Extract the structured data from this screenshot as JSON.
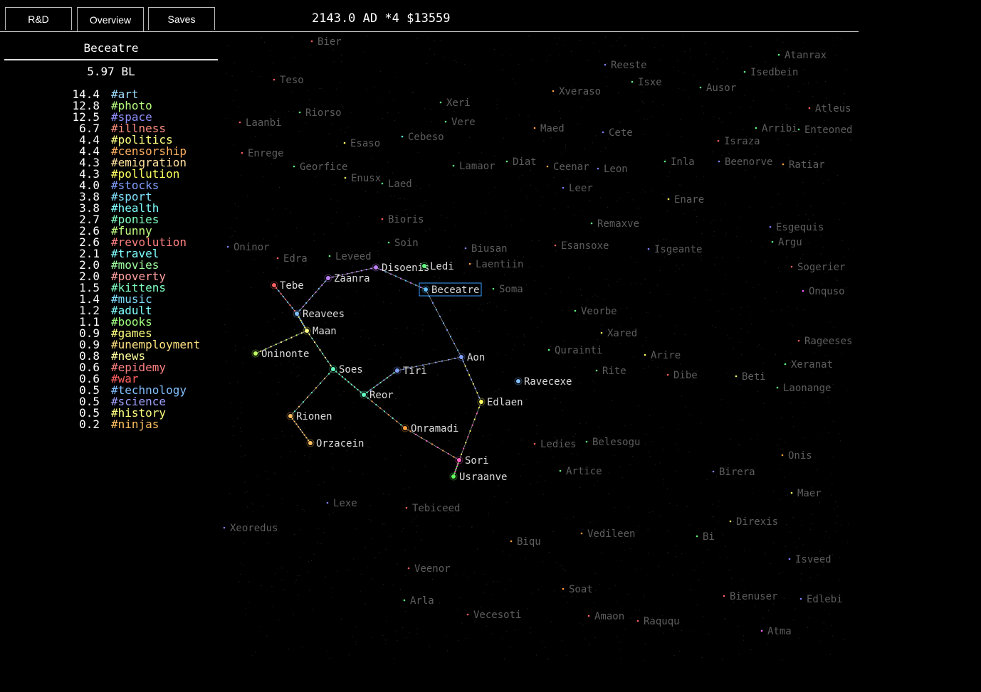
{
  "tabs": [
    {
      "label": "R&D",
      "active": false
    },
    {
      "label": "Overview",
      "active": true
    },
    {
      "label": "Saves",
      "active": false
    }
  ],
  "status": {
    "year": "2143.0 AD",
    "speed": "*4",
    "money": "$13559"
  },
  "selected": {
    "name": "Beceatre",
    "distance": "5.97 BL"
  },
  "topics": [
    {
      "value": "14.4",
      "tag": "#art",
      "color": "#a0e0ff"
    },
    {
      "value": "12.8",
      "tag": "#photo",
      "color": "#b8ff80"
    },
    {
      "value": "12.5",
      "tag": "#space",
      "color": "#9090ff"
    },
    {
      "value": "6.7",
      "tag": "#illness",
      "color": "#ff9080"
    },
    {
      "value": "4.4",
      "tag": "#politics",
      "color": "#ffff80"
    },
    {
      "value": "4.4",
      "tag": "#censorship",
      "color": "#ffb060"
    },
    {
      "value": "4.3",
      "tag": "#emigration",
      "color": "#ffe0a0"
    },
    {
      "value": "4.3",
      "tag": "#pollution",
      "color": "#ffff60"
    },
    {
      "value": "4.0",
      "tag": "#stocks",
      "color": "#80a0ff"
    },
    {
      "value": "3.8",
      "tag": "#sport",
      "color": "#80e0ff"
    },
    {
      "value": "3.8",
      "tag": "#health",
      "color": "#80ffff"
    },
    {
      "value": "2.7",
      "tag": "#ponies",
      "color": "#80ffc0"
    },
    {
      "value": "2.6",
      "tag": "#funny",
      "color": "#c0ff80"
    },
    {
      "value": "2.6",
      "tag": "#revolution",
      "color": "#ff8080"
    },
    {
      "value": "2.1",
      "tag": "#travel",
      "color": "#80ffff"
    },
    {
      "value": "2.0",
      "tag": "#movies",
      "color": "#a0ffa0"
    },
    {
      "value": "2.0",
      "tag": "#poverty",
      "color": "#ffa0a0"
    },
    {
      "value": "1.5",
      "tag": "#kittens",
      "color": "#80ffc0"
    },
    {
      "value": "1.4",
      "tag": "#music",
      "color": "#80e0ff"
    },
    {
      "value": "1.2",
      "tag": "#adult",
      "color": "#80ffff"
    },
    {
      "value": "1.1",
      "tag": "#books",
      "color": "#a0ff80"
    },
    {
      "value": "0.9",
      "tag": "#games",
      "color": "#ffff80"
    },
    {
      "value": "0.9",
      "tag": "#unemployment",
      "color": "#ffe080"
    },
    {
      "value": "0.8",
      "tag": "#news",
      "color": "#ffffa0"
    },
    {
      "value": "0.6",
      "tag": "#epidemy",
      "color": "#ff8080"
    },
    {
      "value": "0.6",
      "tag": "#war",
      "color": "#ff6060"
    },
    {
      "value": "0.5",
      "tag": "#technology",
      "color": "#80c0ff"
    },
    {
      "value": "0.5",
      "tag": "#science",
      "color": "#a0a0ff"
    },
    {
      "value": "0.5",
      "tag": "#history",
      "color": "#ffff80"
    },
    {
      "value": "0.2",
      "tag": "#ninjas",
      "color": "#ffc060"
    }
  ],
  "stars": [
    {
      "name": "Bier",
      "color": "#ff6060",
      "conn": false
    },
    {
      "name": "Atanrax",
      "color": "#60ff80",
      "conn": false
    },
    {
      "name": "Reeste",
      "color": "#8080ff",
      "conn": false
    },
    {
      "name": "Isedbein",
      "color": "#60ff80",
      "conn": false
    },
    {
      "name": "Teso",
      "color": "#ff6060",
      "conn": false
    },
    {
      "name": "Isxe",
      "color": "#60ff80",
      "conn": false
    },
    {
      "name": "Ausor",
      "color": "#60ff80",
      "conn": false
    },
    {
      "name": "Xveraso",
      "color": "#ffa040",
      "conn": false
    },
    {
      "name": "Xeri",
      "color": "#60ff80",
      "conn": false
    },
    {
      "name": "Atleus",
      "color": "#ff6060",
      "conn": false
    },
    {
      "name": "Riorso",
      "color": "#60ff80",
      "conn": false
    },
    {
      "name": "Vere",
      "color": "#60ff80",
      "conn": false
    },
    {
      "name": "Laanbi",
      "color": "#ff6060",
      "conn": false
    },
    {
      "name": "Maed",
      "color": "#ffa040",
      "conn": false
    },
    {
      "name": "Cete",
      "color": "#8080ff",
      "conn": false
    },
    {
      "name": "Arribi",
      "color": "#60ff80",
      "conn": false
    },
    {
      "name": "Enteoned",
      "color": "#60ff80",
      "conn": false
    },
    {
      "name": "Cebeso",
      "color": "#60ffff",
      "conn": false
    },
    {
      "name": "Esaso",
      "color": "#ffff60",
      "conn": false
    },
    {
      "name": "Israza",
      "color": "#ff6060",
      "conn": false
    },
    {
      "name": "Enrege",
      "color": "#ff6060",
      "conn": false
    },
    {
      "name": "Diat",
      "color": "#60ff80",
      "conn": false
    },
    {
      "name": "Lamaor",
      "color": "#60ff80",
      "conn": false
    },
    {
      "name": "Ceenar",
      "color": "#ffa040",
      "conn": false
    },
    {
      "name": "Leon",
      "color": "#8080ff",
      "conn": false
    },
    {
      "name": "Inla",
      "color": "#60ff80",
      "conn": false
    },
    {
      "name": "Beenorve",
      "color": "#8080ff",
      "conn": false
    },
    {
      "name": "Ratiar",
      "color": "#ffa040",
      "conn": false
    },
    {
      "name": "Georfice",
      "color": "#60ff80",
      "conn": false
    },
    {
      "name": "Enusx",
      "color": "#ffff60",
      "conn": false
    },
    {
      "name": "Laed",
      "color": "#60ff80",
      "conn": false
    },
    {
      "name": "Leer",
      "color": "#8080ff",
      "conn": false
    },
    {
      "name": "Enare",
      "color": "#ffff60",
      "conn": false
    },
    {
      "name": "Bioris",
      "color": "#ff6060",
      "conn": false
    },
    {
      "name": "Remaxve",
      "color": "#60ff80",
      "conn": false
    },
    {
      "name": "Esgequis",
      "color": "#8080ff",
      "conn": false
    },
    {
      "name": "Argu",
      "color": "#60ff80",
      "conn": false
    },
    {
      "name": "Oninor",
      "color": "#8080ff",
      "conn": false
    },
    {
      "name": "Soin",
      "color": "#60ff80",
      "conn": false
    },
    {
      "name": "Biusan",
      "color": "#8080ff",
      "conn": false
    },
    {
      "name": "Esansoxe",
      "color": "#ff6060",
      "conn": false
    },
    {
      "name": "Isgeante",
      "color": "#8080ff",
      "conn": false
    },
    {
      "name": "Edra",
      "color": "#ff6060",
      "conn": false
    },
    {
      "name": "Leveed",
      "color": "#60ff80",
      "conn": false
    },
    {
      "name": "Laentiin",
      "color": "#ffa040",
      "conn": false
    },
    {
      "name": "Sogerier",
      "color": "#ff6060",
      "conn": false
    },
    {
      "name": "Soma",
      "color": "#60ff80",
      "conn": false
    },
    {
      "name": "Onquso",
      "color": "#ff60ff",
      "conn": false
    },
    {
      "name": "Veorbe",
      "color": "#60ff80",
      "conn": false
    },
    {
      "name": "Xared",
      "color": "#ffff60",
      "conn": false
    },
    {
      "name": "Rageeses",
      "color": "#ff6060",
      "conn": false
    },
    {
      "name": "Qurainti",
      "color": "#60ff80",
      "conn": false
    },
    {
      "name": "Arire",
      "color": "#ffff60",
      "conn": false
    },
    {
      "name": "Xeranat",
      "color": "#60ff80",
      "conn": false
    },
    {
      "name": "Rite",
      "color": "#60ff80",
      "conn": false
    },
    {
      "name": "Dibe",
      "color": "#ff6060",
      "conn": false
    },
    {
      "name": "Beti",
      "color": "#ffff60",
      "conn": false
    },
    {
      "name": "Laonange",
      "color": "#60ff80",
      "conn": false
    },
    {
      "name": "Ledies",
      "color": "#ff6060",
      "conn": false
    },
    {
      "name": "Belesogu",
      "color": "#60ff80",
      "conn": false
    },
    {
      "name": "Onis",
      "color": "#ffa040",
      "conn": false
    },
    {
      "name": "Artice",
      "color": "#60ff80",
      "conn": false
    },
    {
      "name": "Birera",
      "color": "#8080ff",
      "conn": false
    },
    {
      "name": "Maer",
      "color": "#ffff60",
      "conn": false
    },
    {
      "name": "Lexe",
      "color": "#8080ff",
      "conn": false
    },
    {
      "name": "Tebiceed",
      "color": "#ff6060",
      "conn": false
    },
    {
      "name": "Xeoredus",
      "color": "#8080ff",
      "conn": false
    },
    {
      "name": "Direxis",
      "color": "#ffff60",
      "conn": false
    },
    {
      "name": "Vedileen",
      "color": "#ffa040",
      "conn": false
    },
    {
      "name": "Biqu",
      "color": "#ffa040",
      "conn": false
    },
    {
      "name": "Bi",
      "color": "#60ff80",
      "conn": false
    },
    {
      "name": "Isveed",
      "color": "#8080ff",
      "conn": false
    },
    {
      "name": "Veenor",
      "color": "#ff6060",
      "conn": false
    },
    {
      "name": "Soat",
      "color": "#ffa040",
      "conn": false
    },
    {
      "name": "Bienuser",
      "color": "#ff6060",
      "conn": false
    },
    {
      "name": "Edlebi",
      "color": "#8080ff",
      "conn": false
    },
    {
      "name": "Arla",
      "color": "#60ff80",
      "conn": false
    },
    {
      "name": "Vecesoti",
      "color": "#ff6060",
      "conn": false
    },
    {
      "name": "Amaon",
      "color": "#ff6060",
      "conn": false
    },
    {
      "name": "Raququ",
      "color": "#ff6060",
      "conn": false
    },
    {
      "name": "Atma",
      "color": "#ff60ff",
      "conn": false
    },
    {
      "name": "Disoenis",
      "color": "#c080ff",
      "conn": true
    },
    {
      "name": "Ledi",
      "color": "#60ff80",
      "conn": true
    },
    {
      "name": "Zaanra",
      "color": "#c080ff",
      "conn": true
    },
    {
      "name": "Tebe",
      "color": "#ff6060",
      "conn": true
    },
    {
      "name": "Beceatre",
      "color": "#60c0ff",
      "conn": true,
      "selected": true
    },
    {
      "name": "Reavees",
      "color": "#80c0ff",
      "conn": true
    },
    {
      "name": "Maan",
      "color": "#ffff80",
      "conn": true
    },
    {
      "name": "Oninonte",
      "color": "#c0ff60",
      "conn": true
    },
    {
      "name": "Aon",
      "color": "#80a0ff",
      "conn": true
    },
    {
      "name": "Soes",
      "color": "#60ffc0",
      "conn": true
    },
    {
      "name": "Tiri",
      "color": "#80a0ff",
      "conn": true
    },
    {
      "name": "Reor",
      "color": "#60ffc0",
      "conn": true
    },
    {
      "name": "Ravecexe",
      "color": "#80c0ff",
      "conn": true
    },
    {
      "name": "Edlaen",
      "color": "#ffff60",
      "conn": true
    },
    {
      "name": "Rionen",
      "color": "#ffc060",
      "conn": true
    },
    {
      "name": "Onramadi",
      "color": "#ffa040",
      "conn": true
    },
    {
      "name": "Orzacein",
      "color": "#ffc060",
      "conn": true
    },
    {
      "name": "Sori",
      "color": "#ff60c0",
      "conn": true
    },
    {
      "name": "Usraanve",
      "color": "#60ff60",
      "conn": true
    }
  ],
  "links": [
    [
      "Tebe",
      "Reavees"
    ],
    [
      "Reavees",
      "Zaanra"
    ],
    [
      "Zaanra",
      "Disoenis"
    ],
    [
      "Disoenis",
      "Beceatre"
    ],
    [
      "Beceatre",
      "Aon"
    ],
    [
      "Reavees",
      "Maan"
    ],
    [
      "Maan",
      "Oninonte"
    ],
    [
      "Maan",
      "Soes"
    ],
    [
      "Soes",
      "Rionen"
    ],
    [
      "Rionen",
      "Orzacein"
    ],
    [
      "Soes",
      "Reor"
    ],
    [
      "Reor",
      "Tiri"
    ],
    [
      "Tiri",
      "Aon"
    ],
    [
      "Reor",
      "Onramadi"
    ],
    [
      "Onramadi",
      "Sori"
    ],
    [
      "Aon",
      "Edlaen"
    ],
    [
      "Edlaen",
      "Sori"
    ],
    [
      "Sori",
      "Usraanve"
    ]
  ]
}
